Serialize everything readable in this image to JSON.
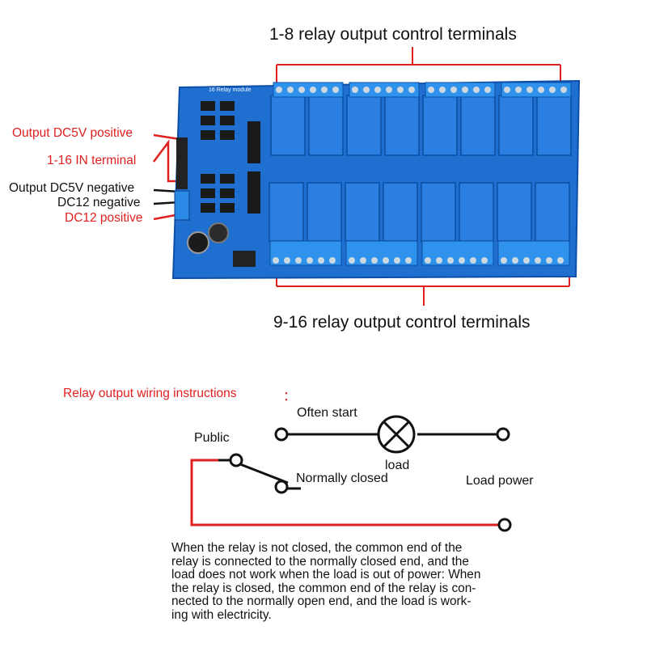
{
  "board": {
    "top_callout": "1-8 relay output control terminals",
    "bottom_callout": "9-16 relay output control terminals",
    "silkscreen_title": "16 Relay module",
    "left_labels": {
      "dc5v_positive": "Output DC5V positive",
      "in_terminal": "1-16 IN terminal",
      "dc5v_negative": "Output DC5V negative",
      "dc12_negative": "DC12 negative",
      "dc12_positive": "DC12 positive"
    }
  },
  "wiring": {
    "title": "Relay output wiring instructions",
    "colon": "：",
    "often_start": "Often start",
    "public": "Public",
    "load": "load",
    "normally_closed": "Normally closed",
    "load_power": "Load power",
    "explanation": "When the relay is not closed, the common end of the\nrelay is connected to the normally closed end, and the\nload does not work when the load is out of power: When\nthe relay is closed, the common end of the relay is con-\nnected to the normally open end, and the load is work-\ning with electricity."
  },
  "colors": {
    "board_blue": "#1f6fd0",
    "relay_blue": "#2b7fe0",
    "label_red": "#e02020",
    "wire_red": "#e02020",
    "wire_black": "#111111"
  }
}
